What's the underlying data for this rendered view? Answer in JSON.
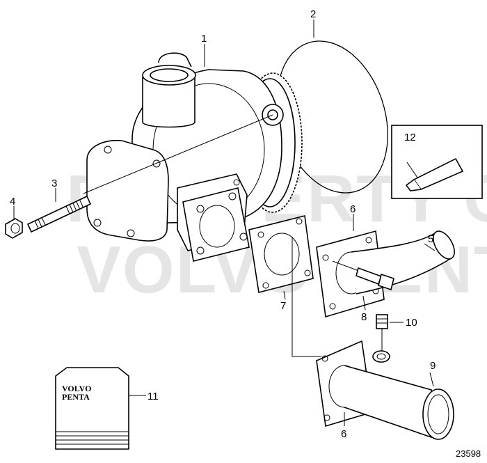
{
  "watermark": {
    "line1": "PROPERTY OF",
    "line2": "VOLVO PENTA"
  },
  "callouts": {
    "c1": "1",
    "c2": "2",
    "c3": "3",
    "c4": "4",
    "c5": "5",
    "c6a": "6",
    "c6b": "6",
    "c7": "7",
    "c8": "8",
    "c9": "9",
    "c10": "10",
    "c11": "11",
    "c12": "12"
  },
  "manual_brand": {
    "line1": "VOLVO",
    "line2": "PENTA"
  },
  "figure_number": "23598",
  "icons": [
    "sealant-tube-icon",
    "manual-booklet-icon"
  ]
}
